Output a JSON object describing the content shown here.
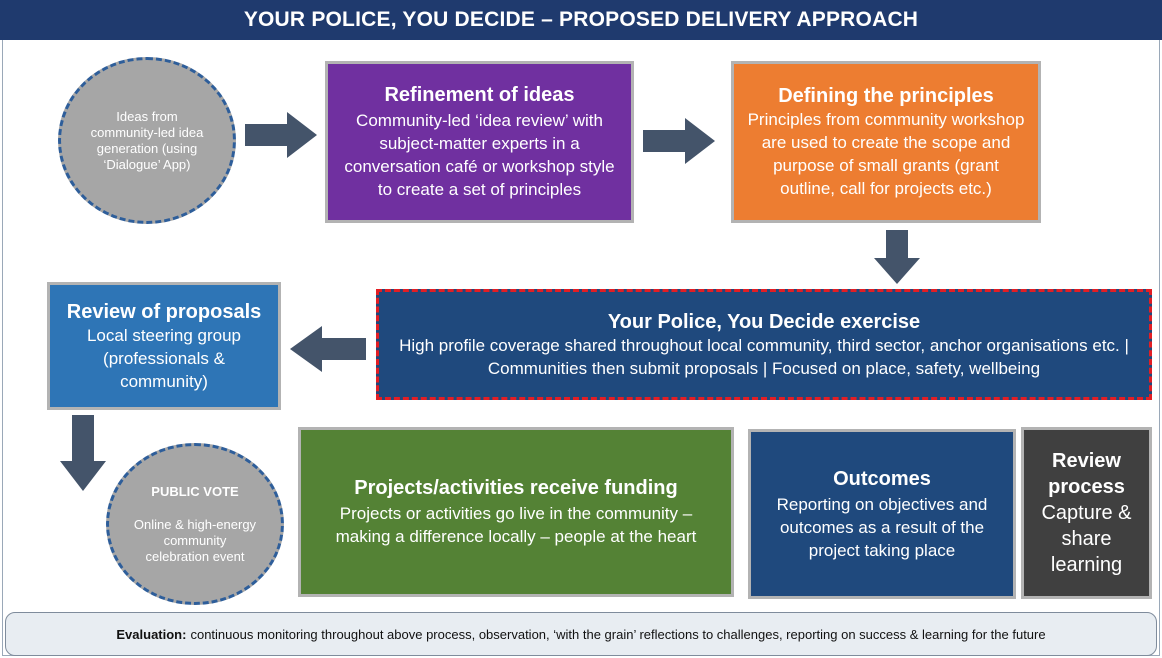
{
  "title": "YOUR POLICE, YOU DECIDE – PROPOSED DELIVERY APPROACH",
  "ideas_circle": "Ideas from community-led idea generation (using ‘Dialogue’ App)",
  "refinement": {
    "title": "Refinement of ideas",
    "body": "Community-led ‘idea review’ with subject-matter experts in a conversation café or workshop style to create a set of principles"
  },
  "principles": {
    "title": "Defining the principles",
    "body": "Principles from community workshop are used to create the scope and purpose of small grants (grant outline, call for projects etc.)"
  },
  "exercise": {
    "title": "Your Police, You Decide exercise",
    "body": "High profile coverage shared throughout local community, third sector, anchor organisations etc. | Communities then submit proposals | Focused on place, safety, wellbeing"
  },
  "review_proposals": {
    "title": "Review of proposals",
    "body": "Local steering group (professionals & community)"
  },
  "public_vote": {
    "title": "PUBLIC VOTE",
    "body": "Online & high-energy community celebration event"
  },
  "funding": {
    "title": "Projects/activities receive funding",
    "body": "Projects or activities go live in the community – making a difference locally – people at the heart"
  },
  "outcomes": {
    "title": "Outcomes",
    "body": "Reporting on objectives and outcomes as a result of the project taking place"
  },
  "review_process": {
    "title": "Review process",
    "body": "Capture & share learning"
  },
  "evaluation": {
    "label": "Evaluation:",
    "text": "continuous monitoring throughout above process, observation, ‘with the grain’ reflections to challenges, reporting on success & learning for the future"
  },
  "colors": {
    "header": "#1f3a6e",
    "purple": "#7030a0",
    "orange": "#ed7d31",
    "navy": "#1f497d",
    "blue": "#2e75b6",
    "green": "#548235",
    "dark_gray": "#404040",
    "circle_gray": "#a6a6a6",
    "arrow": "#44546a",
    "dash_red": "#e31e24"
  }
}
